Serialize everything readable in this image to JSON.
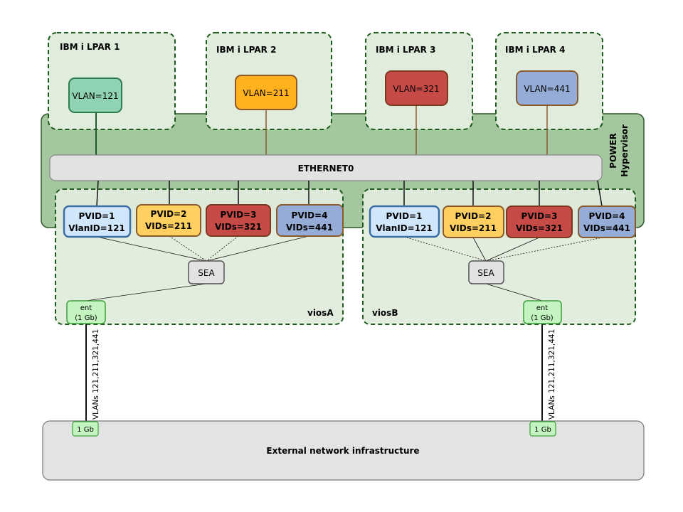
{
  "lpars": [
    {
      "title": "IBM i LPAR 1",
      "vlan": "VLAN=121"
    },
    {
      "title": "IBM i LPAR 2",
      "vlan": "VLAN=211"
    },
    {
      "title": "IBM i LPAR 3",
      "vlan": "VLAN=321"
    },
    {
      "title": "IBM i LPAR 4",
      "vlan": "VLAN=441"
    }
  ],
  "hypervisor": {
    "line1": "POWER",
    "line2": "Hypervisor"
  },
  "ethernet": "ETHERNET0",
  "vios": [
    {
      "name": "viosA",
      "sea": "SEA",
      "ent_line1": "ent",
      "ent_line2": "(1 Gb)",
      "adapters": [
        {
          "l1": "PVID=1",
          "l2": "VlanID=121"
        },
        {
          "l1": "PVID=2",
          "l2": "VIDs=211"
        },
        {
          "l1": "PVID=3",
          "l2": "VIDs=321"
        },
        {
          "l1": "PVID=4",
          "l2": "VIDs=441"
        }
      ]
    },
    {
      "name": "viosB",
      "sea": "SEA",
      "ent_line1": "ent",
      "ent_line2": "(1 Gb)",
      "adapters": [
        {
          "l1": "PVID=1",
          "l2": "VlanID=121"
        },
        {
          "l1": "PVID=2",
          "l2": "VIDs=211"
        },
        {
          "l1": "PVID=3",
          "l2": "VIDs=321"
        },
        {
          "l1": "PVID=4",
          "l2": "VIDs=441"
        }
      ]
    }
  ],
  "links": [
    {
      "label": "VLANs 121,211,321,441"
    },
    {
      "label": "VLANs 121,211,321,441"
    }
  ],
  "external": {
    "title": "External network infrastructure",
    "port1": "1 Gb",
    "port2": "1 Gb"
  },
  "colors": {
    "vlan121": "#8fd3b2",
    "vlan211": "#ffb21e",
    "vlan321": "#c64b47",
    "vlan441": "#94acd6",
    "pvid1": "#cfe6fb",
    "pvid2": "#ffcf60"
  }
}
